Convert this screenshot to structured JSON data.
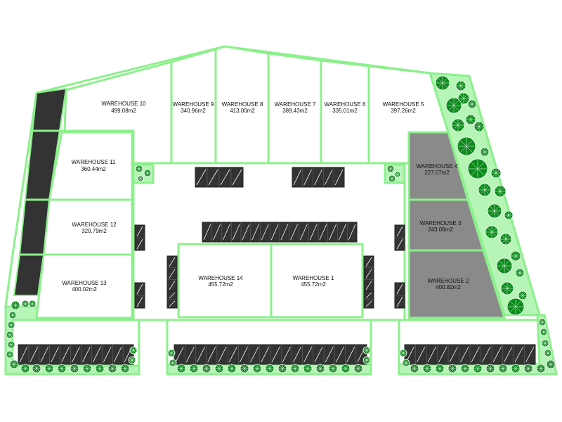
{
  "colors": {
    "outline": "#8cf08c",
    "green_fill": "#b6f5b6",
    "tree_fill": "#0c8a1c",
    "tree_stroke": "#ffffff",
    "parking_fill": "#333333",
    "parking_line": "#ffffff",
    "leased_fill": "#8a8a8a",
    "vacant_fill": "#ffffff",
    "background": "#ffffff"
  },
  "units": [
    {
      "id": "warehouse-10",
      "name": "WAREHOUSE 10",
      "area": "499.08m2",
      "leased": false
    },
    {
      "id": "warehouse-9",
      "name": "WAREHOUSE 9",
      "area": "340.96m2",
      "leased": false
    },
    {
      "id": "warehouse-8",
      "name": "WAREHOUSE 8",
      "area": "413.00m2",
      "leased": false
    },
    {
      "id": "warehouse-7",
      "name": "WAREHOUSE 7",
      "area": "389.43m2",
      "leased": false
    },
    {
      "id": "warehouse-6",
      "name": "WAREHOUSE 6",
      "area": "335.01m2",
      "leased": false
    },
    {
      "id": "warehouse-5",
      "name": "WAREHOUSE 5",
      "area": "397.26m2",
      "leased": false
    },
    {
      "id": "warehouse-4",
      "name": "WAREHOUSE 4",
      "area": "227.07m2",
      "leased": true
    },
    {
      "id": "warehouse-3",
      "name": "WAREHOUSE 3",
      "area": "243.06m2",
      "leased": true
    },
    {
      "id": "warehouse-2",
      "name": "WAREHOUSE 2",
      "area": "400.82m2",
      "leased": true
    },
    {
      "id": "warehouse-11",
      "name": "WAREHOUSE 11",
      "area": "360.44m2",
      "leased": false
    },
    {
      "id": "warehouse-12",
      "name": "WAREHOUSE 12",
      "area": "320.79m2",
      "leased": false
    },
    {
      "id": "warehouse-13",
      "name": "WAREHOUSE 13",
      "area": "400.02m2",
      "leased": false
    },
    {
      "id": "warehouse-14",
      "name": "WAREHOUSE 14",
      "area": "455.72m2",
      "leased": false
    },
    {
      "id": "warehouse-1",
      "name": "WAREHOUSE 1",
      "area": "455.72m2",
      "leased": false
    }
  ],
  "parking": [
    {
      "id": "west-long",
      "orientation": "vertical",
      "stalls": 10
    },
    {
      "id": "north-left",
      "orientation": "horizontal",
      "stalls": 4
    },
    {
      "id": "north-right",
      "orientation": "horizontal",
      "stalls": 5
    },
    {
      "id": "center",
      "orientation": "horizontal",
      "stalls": 16
    },
    {
      "id": "west-small-1",
      "orientation": "vertical",
      "stalls": 2
    },
    {
      "id": "west-small-2",
      "orientation": "vertical",
      "stalls": 2
    },
    {
      "id": "west-small-3",
      "orientation": "vertical",
      "stalls": 3
    },
    {
      "id": "west-small-4",
      "orientation": "vertical",
      "stalls": 2
    },
    {
      "id": "east-small-1",
      "orientation": "vertical",
      "stalls": 2
    },
    {
      "id": "east-small-2",
      "orientation": "vertical",
      "stalls": 3
    },
    {
      "id": "east-small-3",
      "orientation": "vertical",
      "stalls": 2
    },
    {
      "id": "east-small-4",
      "orientation": "vertical",
      "stalls": 2
    },
    {
      "id": "south-left",
      "orientation": "horizontal",
      "stalls": 11
    },
    {
      "id": "south-center",
      "orientation": "horizontal",
      "stalls": 18
    },
    {
      "id": "south-right",
      "orientation": "horizontal",
      "stalls": 12
    }
  ]
}
